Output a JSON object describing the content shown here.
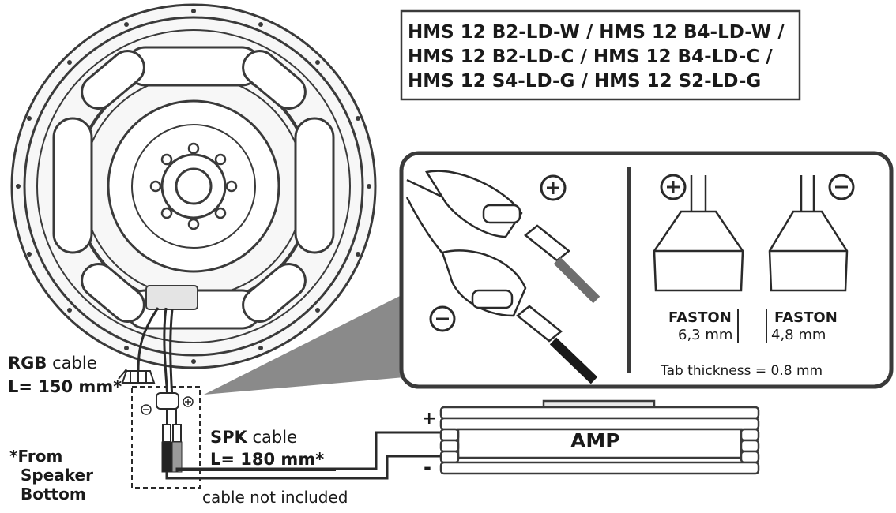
{
  "title_lines": [
    "HMS 12 B2-LD-W / HMS 12 B4-LD-W /",
    "HMS 12 B2-LD-C / HMS 12 B4-LD-C /",
    "HMS 12 S4-LD-G / HMS 12 S2-LD-G"
  ],
  "rgb": {
    "name": "RGB",
    "suffix": "cable",
    "length": "L= 150 mm*"
  },
  "spk": {
    "name": "SPK",
    "suffix": "cable",
    "length": "L= 180 mm*"
  },
  "footnote": [
    "*From",
    "Speaker",
    "Bottom"
  ],
  "cable_note": "cable not included",
  "amp": {
    "label": "AMP",
    "plus": "+",
    "minus": "-"
  },
  "polarity": {
    "plus": "+",
    "minus": "−",
    "small_plus": "⊕",
    "small_minus": "⊖"
  },
  "faston_large": {
    "name": "FASTON",
    "size": "6,3 mm"
  },
  "faston_small": {
    "name": "FASTON",
    "size": "4,8 mm"
  },
  "tab_thickness": "Tab thickness = 0.8 mm"
}
